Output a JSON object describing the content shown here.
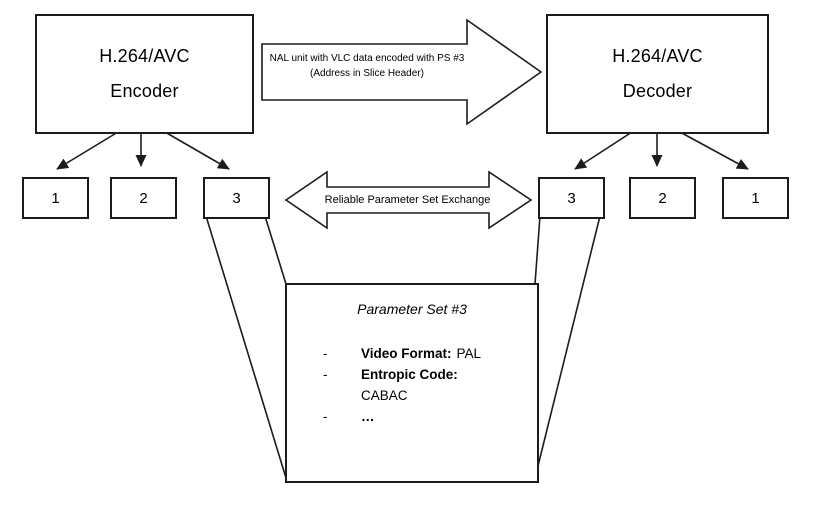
{
  "encoder": {
    "line1": "H.264/AVC",
    "line2": "Encoder"
  },
  "decoder": {
    "line1": "H.264/AVC",
    "line2": "Decoder"
  },
  "nal_arrow": {
    "line1": "NAL unit with VLC data encoded with PS #3",
    "line2": "(Address in Slice Header)"
  },
  "exchange_arrow": {
    "label": "Reliable Parameter Set Exchange"
  },
  "encoder_sets": [
    "1",
    "2",
    "3"
  ],
  "decoder_sets": [
    "3",
    "2",
    "1"
  ],
  "parameter_box": {
    "title": "Parameter Set #3",
    "bullet": "-",
    "items": [
      {
        "label": "Video Format:",
        "value": "PAL"
      },
      {
        "label": "Entropic Code:",
        "value": "CABAC"
      },
      {
        "label": "…",
        "value": ""
      }
    ]
  },
  "colors": {
    "stroke": "#1c1c1c",
    "fill": "#ffffff"
  }
}
